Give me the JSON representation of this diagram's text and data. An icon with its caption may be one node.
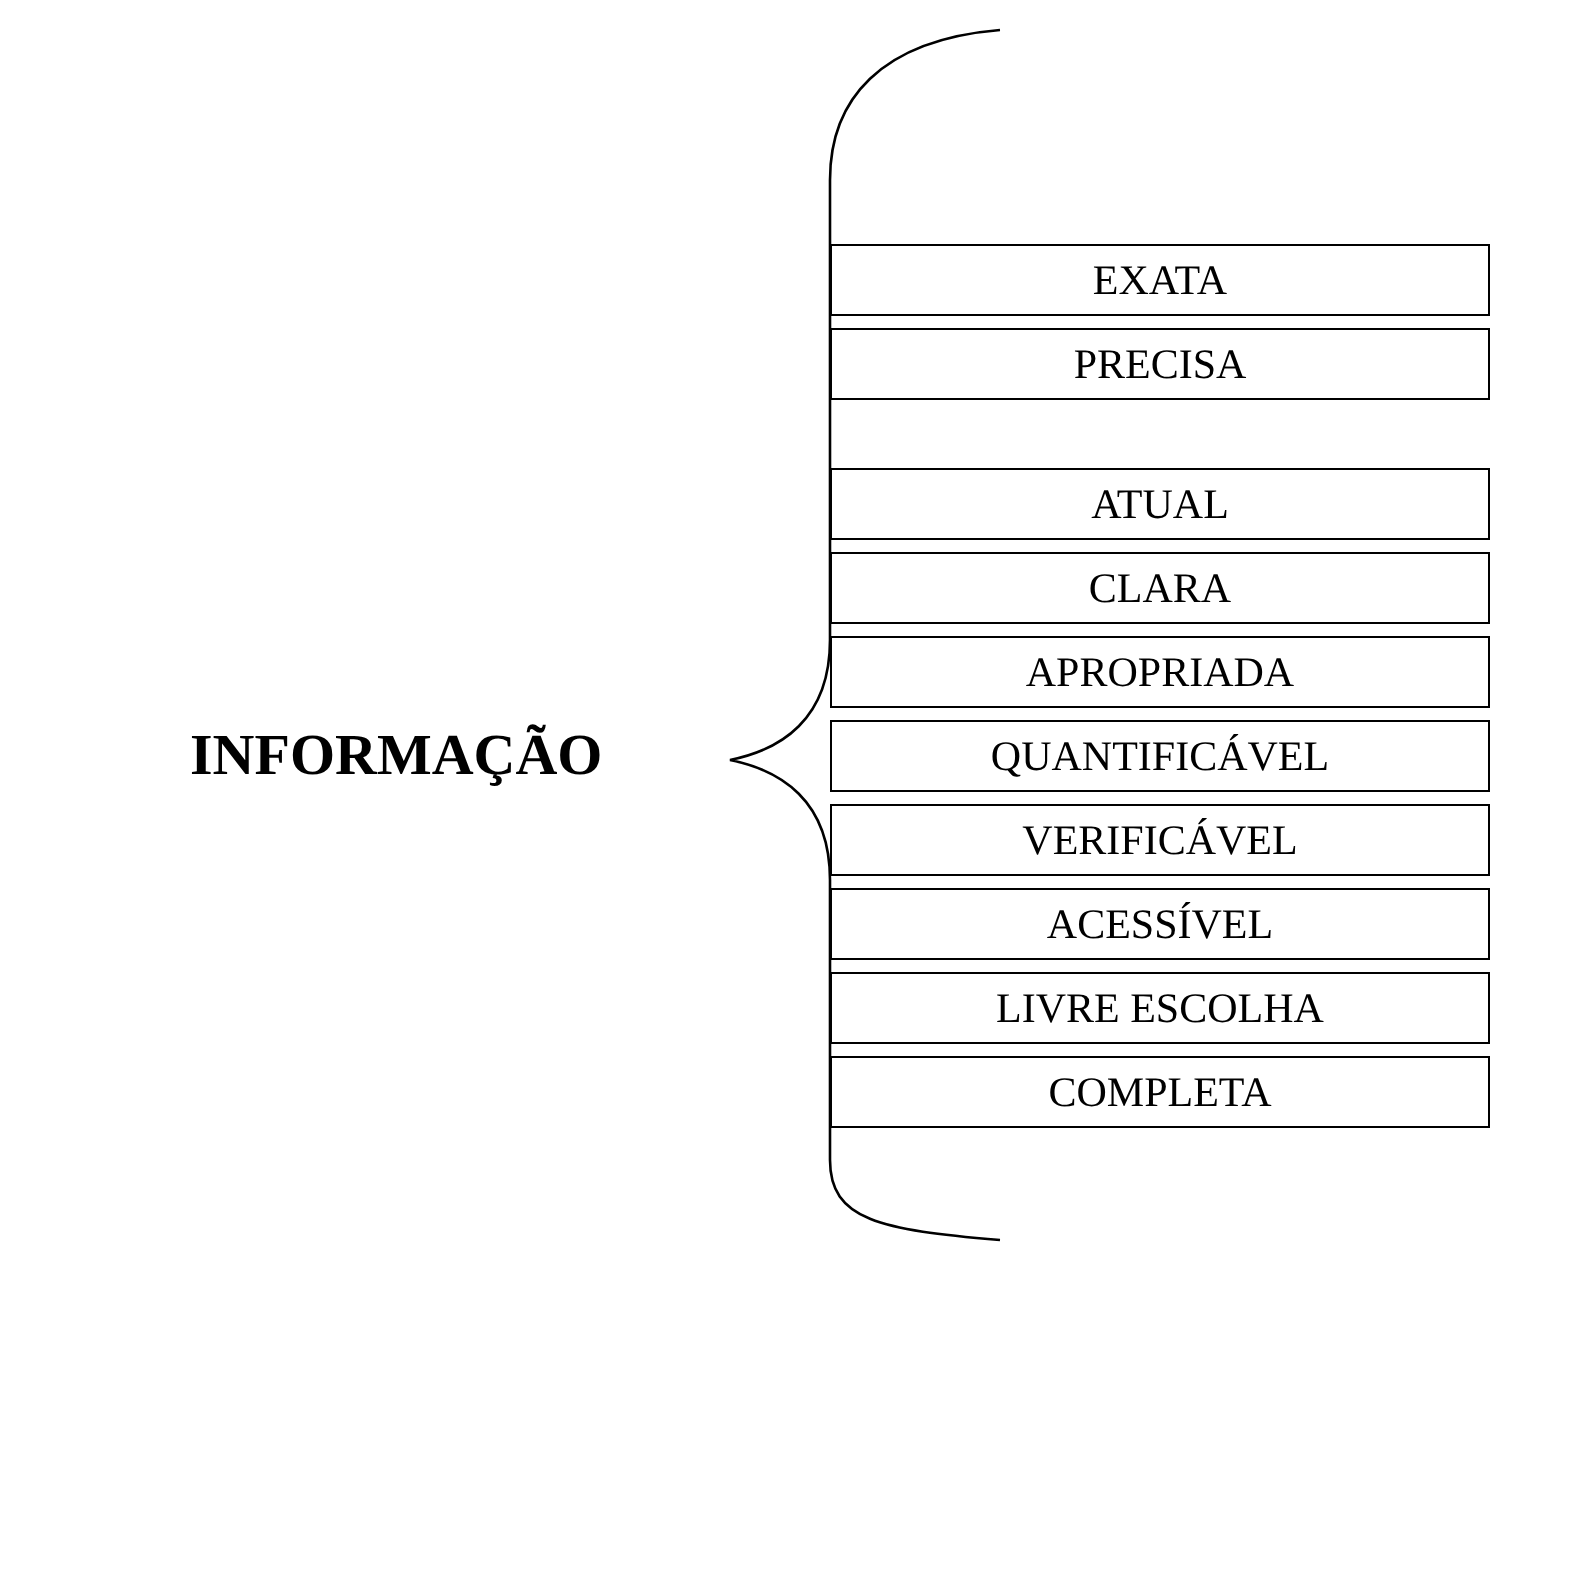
{
  "diagram": {
    "nodes": [
      {
        "text": [
          "EXATA"
        ]
      },
      {
        "text": [
          "PRECISA"
        ]
      },
      {
        "text": [
          "ATUAL"
        ]
      },
      {
        "text": [
          "CLARA"
        ]
      },
      {
        "text": [
          "APROPRIADA"
        ]
      },
      {
        "text": [
          "QUANTIFICÁVEL"
        ]
      },
      {
        "text": [
          "VERIFICÁVEL"
        ]
      },
      {
        "text": [
          "ACESSÍVEL"
        ]
      },
      {
        "text": [
          "LIVRE ESCOLHA"
        ]
      },
      {
        "text": [
          "COMPLETA"
        ]
      }
    ],
    "labels": [
      "INFORMAÇÃO"
    ]
  }
}
